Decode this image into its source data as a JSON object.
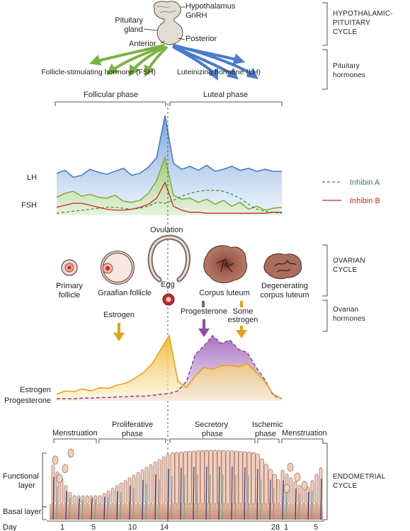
{
  "pituitary": {
    "hypothalamus": "Hypothalamus",
    "gnrh": "GnRH",
    "pituitary_gland": "Pituitary",
    "pituitary_gland_2": "gland",
    "anterior": "Anterior",
    "posterior": "Posterior",
    "fsh": "Follicle-stimulating hormone (FSH)",
    "lh": "Luteinizing hormone (LH)",
    "follicular_phase": "Follicular phase",
    "luteal_phase": "Luteal phase"
  },
  "right_labels": {
    "hypothalamic_1": "HYPOTHALAMIC-",
    "hypothalamic_2": "PITUITARY",
    "hypothalamic_3": "CYCLE",
    "pituitary_hormones_1": "Pituitary",
    "pituitary_hormones_2": "hormones",
    "ovarian_cycle_1": "OVARIAN",
    "ovarian_cycle_2": "CYCLE",
    "ovarian_hormones_1": "Ovarian",
    "ovarian_hormones_2": "hormones",
    "endometrial_1": "ENDOMETRIAL",
    "endometrial_2": "CYCLE"
  },
  "gonadotropin_chart": {
    "lh_label": "LH",
    "fsh_label": "FSH",
    "legend": {
      "inhibin_a": "Inhibin A",
      "inhibin_b": "Inhibin B"
    },
    "colors": {
      "lh": "#4a7cc7",
      "fsh": "#7cb342",
      "inhibin_a": "#2e8b3a",
      "inhibin_b": "#c62828"
    }
  },
  "ovary": {
    "ovulation": "Ovulation",
    "egg": "Egg",
    "primary_follicle_1": "Primary",
    "primary_follicle_2": "follicle",
    "graafian_follicle": "Graafian follicle",
    "corpus_luteum": "Corpus luteum",
    "degenerating_1": "Degenerating",
    "degenerating_2": "corpus luteum",
    "estrogen_arrow": "Estrogen",
    "progesterone_arrow": "Progesterone",
    "some_estrogen_1": "Some",
    "some_estrogen_2": "estrogen"
  },
  "ovarian_chart": {
    "estrogen_label": "Estrogen",
    "progesterone_label": "Progesterone",
    "colors": {
      "estrogen": "#e8a317",
      "progesterone": "#8e4aa6"
    }
  },
  "endometrium": {
    "menstruation_1": "Menstruation",
    "proliferative_1": "Proliferative",
    "proliferative_2": "phase",
    "secretory_1": "Secretory",
    "secretory_2": "phase",
    "ischemic_1": "Ischemic",
    "ischemic_2": "phase",
    "menstruation_2": "Menstruation",
    "functional_layer_1": "Functional",
    "functional_layer_2": "layer",
    "basal_layer": "Basal layer"
  },
  "day_axis": {
    "label": "Day",
    "ticks": [
      "1",
      "5",
      "10",
      "14",
      "28",
      "1",
      "5"
    ]
  },
  "chart_data": [
    {
      "type": "area",
      "y_labels": [
        "LH",
        "FSH"
      ],
      "series": [
        {
          "name": "LH",
          "values": [
            0.42,
            0.45,
            0.38,
            0.4,
            0.46,
            0.43,
            0.41,
            0.44,
            0.47,
            0.4,
            0.42,
            0.48,
            0.58,
            1.0,
            0.52,
            0.46,
            0.49,
            0.45,
            0.5,
            0.44,
            0.46,
            0.49,
            0.45,
            0.47,
            0.44,
            0.46,
            0.44,
            0.44
          ]
        },
        {
          "name": "FSH",
          "values": [
            0.18,
            0.22,
            0.24,
            0.19,
            0.21,
            0.18,
            0.17,
            0.2,
            0.14,
            0.13,
            0.15,
            0.22,
            0.35,
            0.58,
            0.2,
            0.16,
            0.17,
            0.13,
            0.16,
            0.11,
            0.15,
            0.09,
            0.13,
            0.06,
            0.09,
            0.05,
            0.07,
            0.08
          ]
        },
        {
          "name": "Inhibin A",
          "values": [
            0.02,
            0.03,
            0.04,
            0.05,
            0.06,
            0.07,
            0.08,
            0.08,
            0.07,
            0.06,
            0.07,
            0.09,
            0.13,
            0.12,
            0.15,
            0.19,
            0.22,
            0.24,
            0.25,
            0.25,
            0.24,
            0.21,
            0.17,
            0.11,
            0.06,
            0.04,
            0.03,
            0.02
          ]
        },
        {
          "name": "Inhibin B",
          "values": [
            0.08,
            0.1,
            0.12,
            0.12,
            0.1,
            0.08,
            0.06,
            0.05,
            0.05,
            0.06,
            0.08,
            0.11,
            0.17,
            0.33,
            0.09,
            0.05,
            0.03,
            0.03,
            0.02,
            0.02,
            0.02,
            0.02,
            0.02,
            0.02,
            0.02,
            0.02,
            0.03,
            0.03
          ]
        }
      ]
    },
    {
      "type": "area",
      "y_labels": [
        "Estrogen",
        "Progesterone"
      ],
      "series": [
        {
          "name": "Estrogen",
          "values": [
            0.1,
            0.15,
            0.14,
            0.18,
            0.15,
            0.2,
            0.19,
            0.24,
            0.27,
            0.34,
            0.43,
            0.56,
            0.78,
            1.0,
            0.3,
            0.2,
            0.38,
            0.51,
            0.48,
            0.54,
            0.54,
            0.52,
            0.57,
            0.44,
            0.3,
            0.1,
            0.03
          ]
        },
        {
          "name": "Progesterone",
          "values": [
            0.03,
            0.03,
            0.03,
            0.04,
            0.04,
            0.05,
            0.05,
            0.06,
            0.06,
            0.07,
            0.07,
            0.08,
            0.1,
            0.11,
            0.15,
            0.3,
            0.71,
            0.84,
            1.0,
            0.88,
            0.93,
            0.79,
            0.74,
            0.52,
            0.33,
            0.08,
            0.03
          ]
        }
      ]
    }
  ]
}
